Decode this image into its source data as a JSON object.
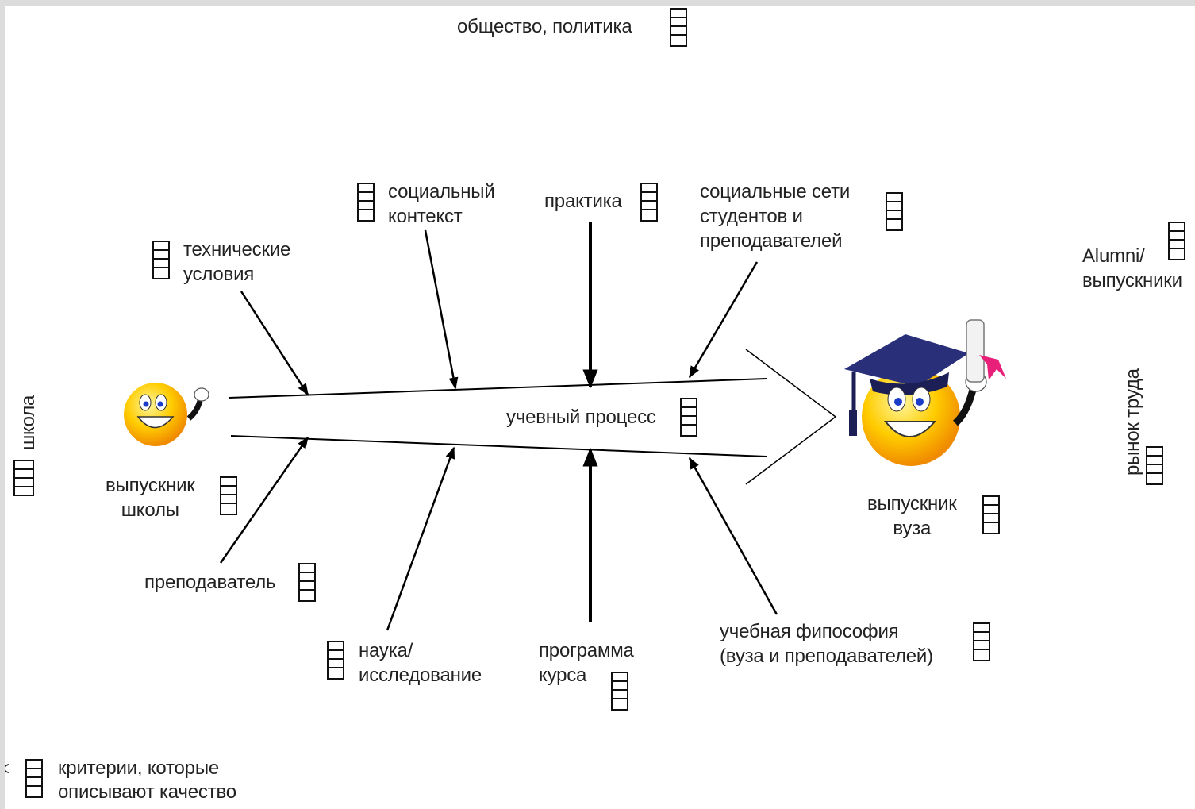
{
  "labels": {
    "society": "общество, политика",
    "social_context": "социальный\nконтекст",
    "practice": "практика",
    "social_networks": "социальные сети\nстудентов и\nпреподавателей",
    "technical": "технические\nусловия",
    "alumni": "Alumni/\nвыпускники",
    "school": "школа",
    "school_graduate": "выпускник\nшколы",
    "study_process": "учевный процесс",
    "university_graduate": "выпускник\nвуза",
    "labor_market": "рынок труда",
    "teacher": "преподаватель",
    "science": "наука/\nисследование",
    "course_program": "программа\nкурса",
    "philosophy": "учебная фипософия\n(вуза и преподавателей)",
    "legend": "критерии, которые\nописывают качество",
    "legend_mark": "<"
  },
  "icons": [
    "smiley-face-icon",
    "graduate-smiley-icon",
    "criteria-box-icon"
  ]
}
